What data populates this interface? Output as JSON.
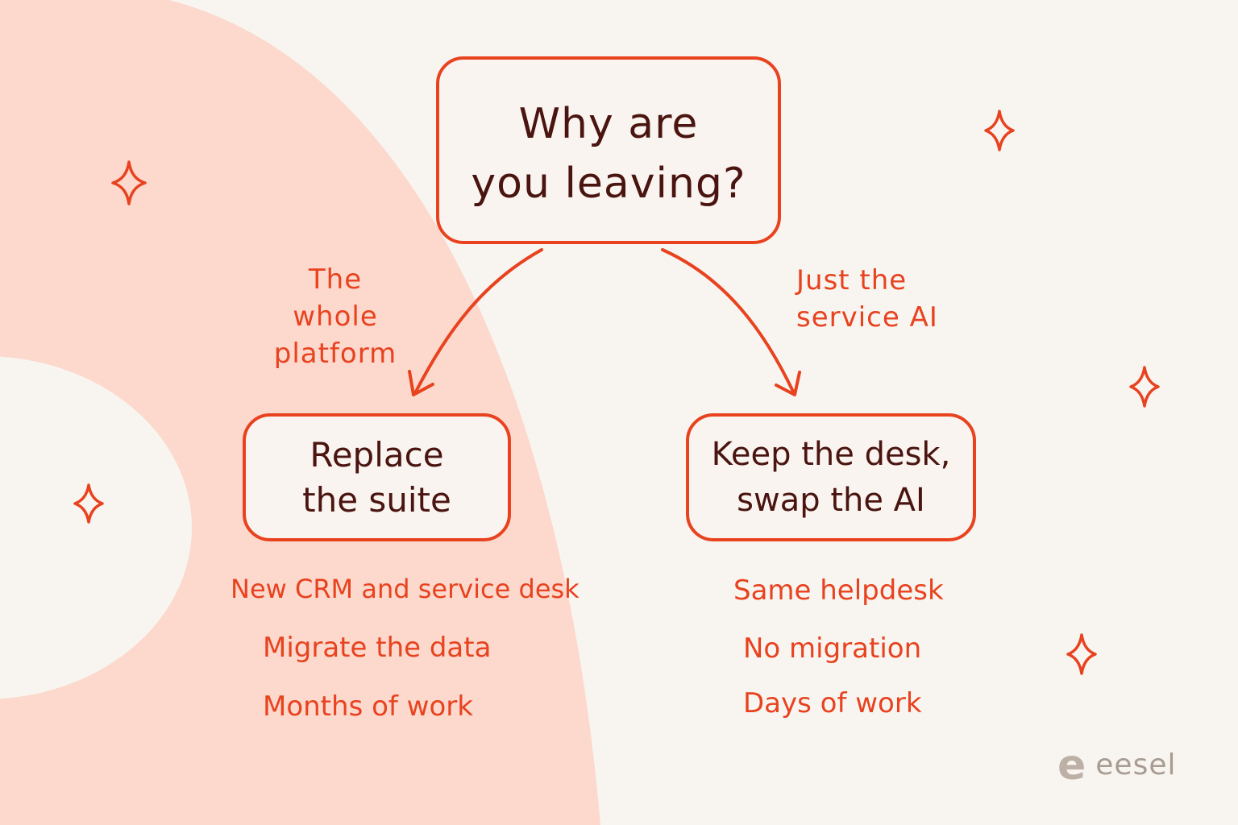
{
  "colors": {
    "background": "#f8f5f0",
    "accent": "#e8421f",
    "text_dark": "#4a1410",
    "blob": "#fcd9cc",
    "logo": "#a89c93"
  },
  "question": {
    "line1": "Why are",
    "line2": "you leaving?"
  },
  "branches": {
    "left_label": {
      "line1": "The whole",
      "line2": "platform"
    },
    "right_label": {
      "line1": "Just the",
      "line2": "service AI"
    }
  },
  "left_option": {
    "line1": "Replace",
    "line2": "the suite",
    "details": [
      "New CRM and service desk",
      "Migrate the data",
      "Months of work"
    ]
  },
  "right_option": {
    "line1": "Keep the desk,",
    "line2": "swap the AI",
    "details": [
      "Same helpdesk",
      "No migration",
      "Days of work"
    ]
  },
  "decorations": {
    "sparkle_icon": "four-point-sparkle"
  },
  "logo": {
    "mark": "e",
    "text": "eesel"
  }
}
